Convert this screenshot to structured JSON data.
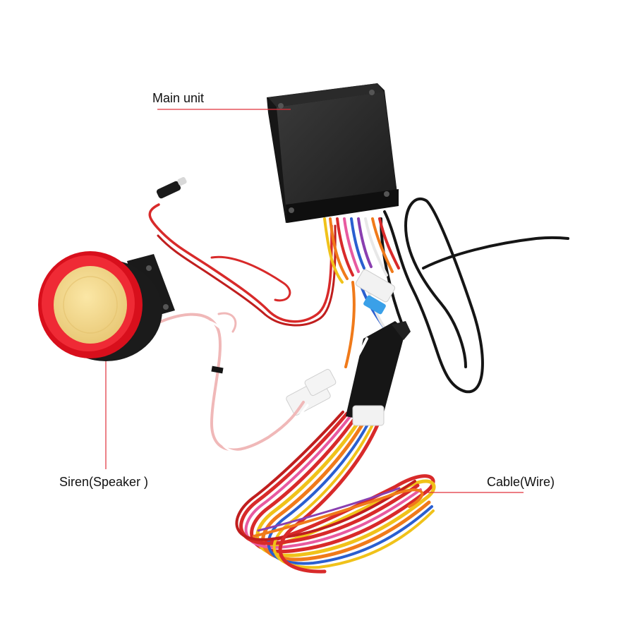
{
  "labels": {
    "main_unit": "Main unit",
    "siren": "Siren(Speaker )",
    "cable": "Cable(Wire)"
  },
  "colors": {
    "background": "#ffffff",
    "leader_line": "#e0303a",
    "unit_body": "#1f1f1f",
    "siren_rim": "#e0101e",
    "siren_cap": "#f3d98a",
    "wire_black": "#151515"
  }
}
